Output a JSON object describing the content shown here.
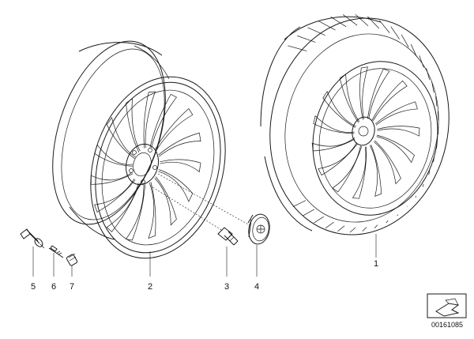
{
  "diagram": {
    "background": "#ffffff",
    "ink": "#1a1a1a",
    "parts": [
      {
        "key": "p1",
        "label": "1",
        "icon": "tire-assembly-icon"
      },
      {
        "key": "p2",
        "label": "2",
        "icon": "light-alloy-rim-icon"
      },
      {
        "key": "p3",
        "label": "3",
        "icon": "wheel-bolt-icon"
      },
      {
        "key": "p4",
        "label": "4",
        "icon": "hub-cap-icon"
      },
      {
        "key": "p5",
        "label": "5",
        "icon": "tire-valve-icon"
      },
      {
        "key": "p6",
        "label": "6",
        "icon": "valve-insert-icon"
      },
      {
        "key": "p7",
        "label": "7",
        "icon": "valve-cap-icon"
      }
    ],
    "document_number": "00161085",
    "stamp_icon": "page-corner-stamp-icon"
  }
}
